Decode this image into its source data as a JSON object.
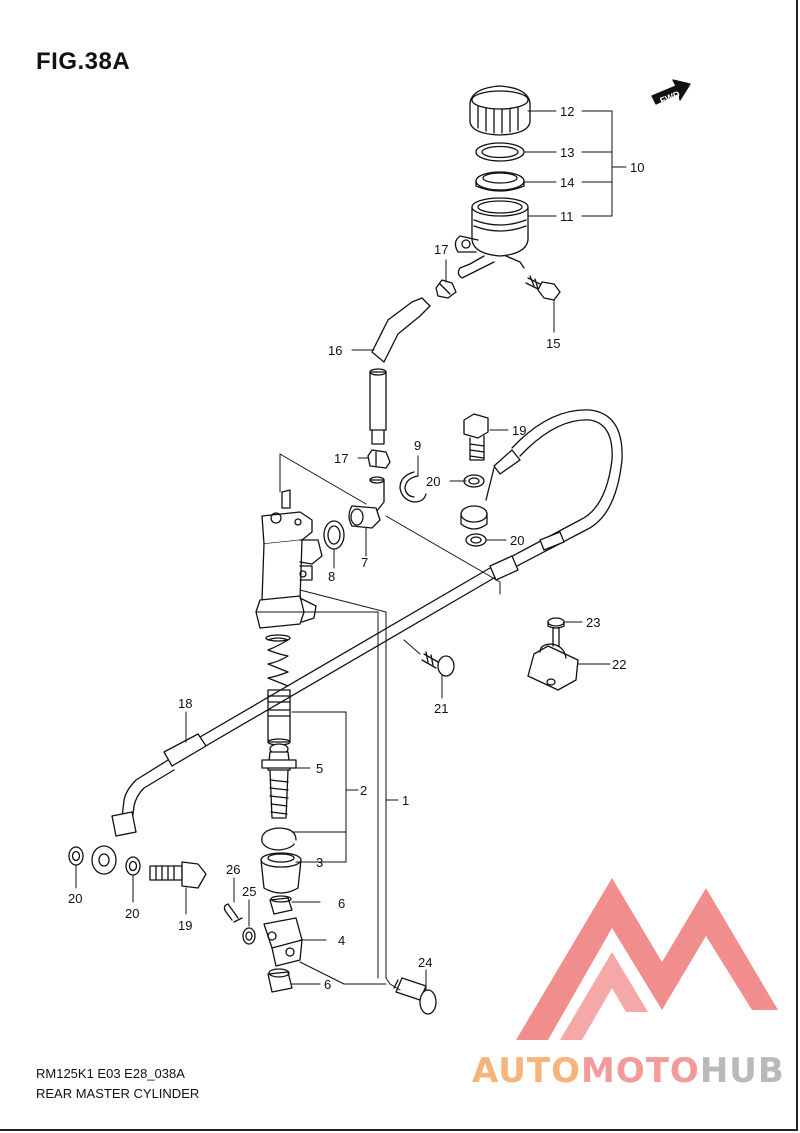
{
  "figure": {
    "title": "FIG.38A",
    "fwd_label": "FWD",
    "code": "RM125K1 E03 E28_038A",
    "name": "REAR MASTER CYLINDER"
  },
  "callouts": {
    "c1": "1",
    "c2": "2",
    "c3": "3",
    "c4": "4",
    "c5": "5",
    "c6a": "6",
    "c6b": "6",
    "c7": "7",
    "c8": "8",
    "c9": "9",
    "c10": "10",
    "c11": "11",
    "c12": "12",
    "c13": "13",
    "c14": "14",
    "c15": "15",
    "c16": "16",
    "c17a": "17",
    "c17b": "17",
    "c18": "18",
    "c19a": "19",
    "c19b": "19",
    "c20a": "20",
    "c20b": "20",
    "c20c": "20",
    "c20d": "20",
    "c21": "21",
    "c22": "22",
    "c23": "23",
    "c24": "24",
    "c25": "25",
    "c26": "26"
  },
  "watermark": {
    "part1": "AUTO",
    "part2": "MOTO",
    "part3": "HUB",
    "colors": {
      "orange": "#f6b37a",
      "pink": "#f39a9a",
      "gray": "#b9b9b9"
    }
  }
}
